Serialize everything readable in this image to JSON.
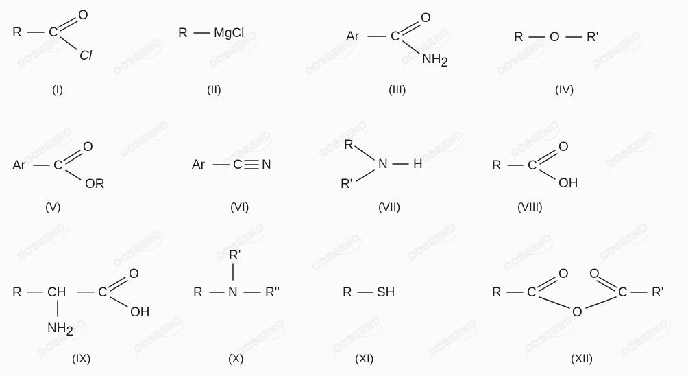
{
  "watermark": "COSSENO",
  "structures": {
    "s1": {
      "label": "(I)",
      "R": "R",
      "C": "C",
      "O": "O",
      "X": "Cl"
    },
    "s2": {
      "label": "(II)",
      "R": "R",
      "Mg": "MgC",
      "l": "l"
    },
    "s3": {
      "label": "(III)",
      "Ar": "Ar",
      "C": "C",
      "O": "O",
      "NH": "NH",
      "sub": "2"
    },
    "s4": {
      "label": "(IV)",
      "R": "R",
      "O": "O",
      "R2": "R'"
    },
    "s5": {
      "label": "(V)",
      "Ar": "Ar",
      "C": "C",
      "O": "O",
      "OR": "OR"
    },
    "s6": {
      "label": "(VI)",
      "Ar": "Ar",
      "C": "C",
      "N": "N"
    },
    "s7": {
      "label": "(VII)",
      "R": "R",
      "R2": "R'",
      "N": "N",
      "H": "H"
    },
    "s8": {
      "label": "(VIII)",
      "R": "R",
      "C": "C",
      "O": "O",
      "OH": "OH"
    },
    "s9": {
      "label": "(IX)",
      "R": "R",
      "CH": "CH",
      "C": "C",
      "O": "O",
      "OH": "OH",
      "NH": "NH",
      "sub": "2"
    },
    "s10": {
      "label": "(X)",
      "R": "R",
      "N": "N",
      "R2": "R'",
      "R3": "R''"
    },
    "s11": {
      "label": "(XI)",
      "R": "R",
      "SH": "SH"
    },
    "s12": {
      "label": "(XII)",
      "R": "R",
      "C1": "C",
      "O1": "O",
      "Obr": "O",
      "O2": "O",
      "C2": "C",
      "R2": "R'"
    }
  }
}
